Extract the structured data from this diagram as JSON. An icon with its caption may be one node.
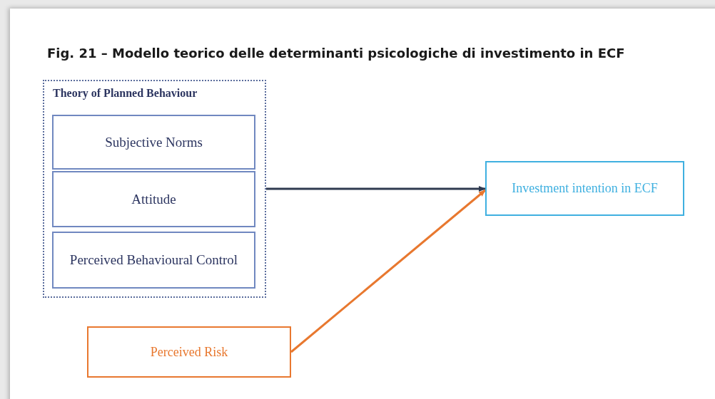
{
  "diagram": {
    "title": "Fig. 21 – Modello teorico delle determinanti psicologiche di investimento in ECF",
    "nodes": [
      {
        "text": [
          "Theory of Planned Behaviour"
        ]
      },
      {
        "text": [
          "Subjective Norms"
        ],
        "in": 0
      },
      {
        "text": [
          "Attitude"
        ],
        "in": 0
      },
      {
        "text": [
          "Perceived Behavioural Control"
        ],
        "in": 0
      },
      {
        "text": [
          "Investment intention in ECF"
        ]
      },
      {
        "text": [
          "Perceived Risk"
        ]
      }
    ],
    "edges": [
      {
        "from": 0,
        "to": 4,
        "arrow": "to"
      },
      {
        "from": 5,
        "to": 4,
        "arrow": "to",
        "color": "#e8782f"
      }
    ]
  }
}
